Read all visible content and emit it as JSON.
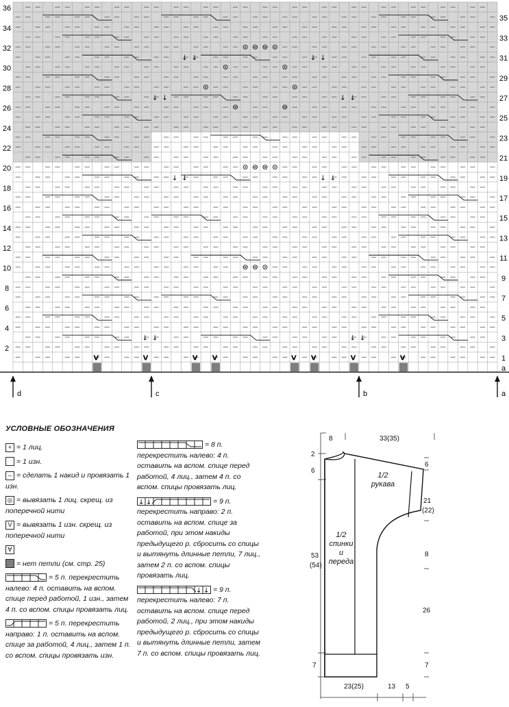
{
  "chart": {
    "rows_left": [
      "2",
      "4",
      "6",
      "8",
      "10",
      "12",
      "14",
      "16",
      "18",
      "20",
      "22",
      "24",
      "26",
      "28",
      "30",
      "32",
      "34",
      "36"
    ],
    "rows_right": [
      "1",
      "3",
      "5",
      "7",
      "9",
      "11",
      "13",
      "15",
      "17",
      "19",
      "21",
      "23",
      "25",
      "27",
      "29",
      "31",
      "33",
      "35"
    ],
    "row_a": "a",
    "markers": [
      "d",
      "c",
      "b",
      "a"
    ],
    "colors": {
      "shade": "#d6d6d6",
      "grid": "#9a9a9a",
      "no_stitch": "#7e7e7e"
    }
  },
  "legend": {
    "title": "УСЛОВНЫЕ ОБОЗНАЧЕНИЯ",
    "items_col1": [
      {
        "symbol": "plus",
        "text": "= 1 лиц."
      },
      {
        "symbol": "empty",
        "text": "= 1 изн."
      },
      {
        "symbol": "dash",
        "text": "= сделать 1 накид и провязать 1 изн."
      },
      {
        "symbol": "circle",
        "text": "= вывязать 1 лиц. скрещ. из поперечной нити"
      },
      {
        "symbol": "v",
        "text": "= вывязать 1 изн. скрещ. из поперечной нити"
      },
      {
        "symbol": "v-small",
        "text": ""
      },
      {
        "symbol": "gray",
        "text": "= нет петли (см. стр. 25)"
      },
      {
        "symbol": "cable5l",
        "text": "= 5 п. перекрестить налево: 4 п. оставить на вспом. спице перед работой, 1 изн., затем 4 п. со вспом. спицы провязать лиц."
      },
      {
        "symbol": "cable5r",
        "text": "= 5 п. перекрестить направо: 1 п. оставить на вспом. спице за работой, 4 лиц., затем 1 п. со вспом. спицы провязать изн."
      }
    ],
    "items_col2": [
      {
        "symbol": "cable8",
        "text": "= 8 п. перекрестить налево: 4 п. оставить на вспом. спице перед работой, 4 лиц., затем 4 п. со вспом. спицы провязать лиц."
      },
      {
        "symbol": "cable9r",
        "text": "= 9 п. перекрестить направо: 2 п. оставить на вспом. спице за работой, при этом накиды предыдущего р. сбросить со спицы и вытянуть длинные петли, 7 лиц., затем 2 п. со вспом. спицы провязать лиц."
      },
      {
        "symbol": "cable9l",
        "text": "= 9 п. перекрестить налево: 7 п. оставить на вспом. спице перед работой, 2 лиц., при этом накиды предыдущего р. сбросить со спицы и вытянуть длинные петли, затем 7 п. со вспом. спицы провязать лиц."
      }
    ]
  },
  "schema": {
    "top_8": "8",
    "top_33": "33(35)",
    "left_2": "2",
    "left_6": "6",
    "left_53": "53",
    "left_54": "(54)",
    "left_7": "7",
    "right_6": "6",
    "right_21": "21",
    "right_22": "(22)",
    "right_8": "8",
    "right_26": "26",
    "right_7": "7",
    "bottom_23": "23(25)",
    "bottom_13": "13",
    "bottom_5": "5",
    "sleeve_label_1": "1/2",
    "sleeve_label_2": "рукава",
    "body_label_1": "1/2",
    "body_label_2": "спинки",
    "body_label_3": "и",
    "body_label_4": "переда"
  }
}
